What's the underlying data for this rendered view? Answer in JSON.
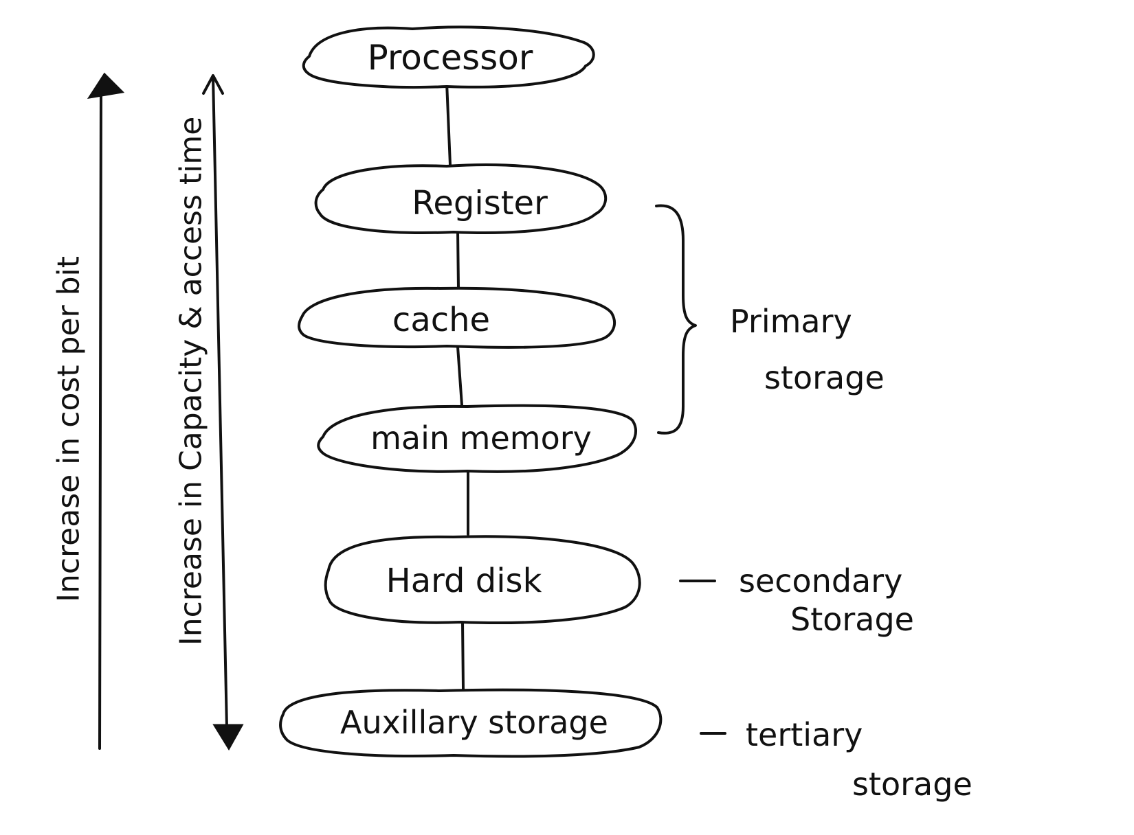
{
  "nodes": {
    "processor": "Processor",
    "register": "Register",
    "cache": "cache",
    "main_memory": "main memory",
    "hard_disk": "Hard disk",
    "auxiliary_storage": "Auxillary storage"
  },
  "groups": {
    "primary": [
      "Primary",
      "storage"
    ],
    "secondary": [
      "secondary",
      "Storage"
    ],
    "tertiary": [
      "tertiary",
      "storage"
    ]
  },
  "axes": {
    "cost": "Increase in cost per bit",
    "capacity": "Increase in Capacity & access time"
  },
  "colors": {
    "ink": "#111111",
    "paper": "#ffffff"
  }
}
